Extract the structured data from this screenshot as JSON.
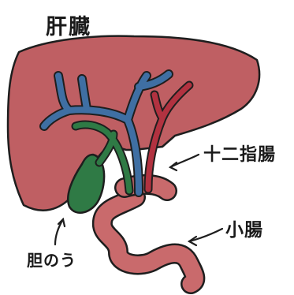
{
  "labels": {
    "liver": "肝臓",
    "duodenum": "十二指腸",
    "small_intestine": "小腸",
    "gallbladder": "胆のう"
  },
  "colors": {
    "liver": "#bf5f63",
    "gallbladder": "#2f7a45",
    "portal_vein": "#3f6fa3",
    "artery": "#b23240",
    "intestine": "#c96a6c",
    "outline": "#1e1e1e"
  }
}
